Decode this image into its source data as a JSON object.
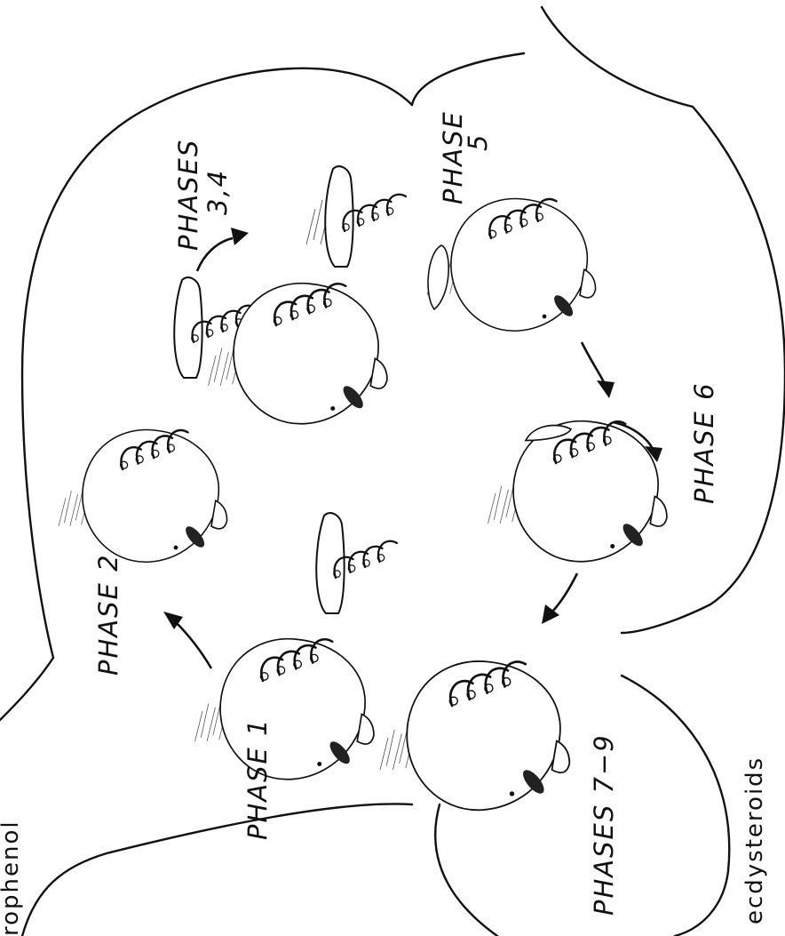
{
  "labels": {
    "phase_1": "PHASE 1",
    "phase_2": "PHASE 2",
    "phases_3_4_line1": "PHASES",
    "phases_3_4_line2": "3,4",
    "phase_5_line1": "PHASE",
    "phase_5_line2": "5",
    "phase_6": "PHASE 6",
    "phases_7_9": "PHASES 7−9",
    "region_left": "rophenol",
    "region_right": "ecdysteroids"
  },
  "colors": {
    "ink": "#111111",
    "paper": "#ffffff"
  }
}
